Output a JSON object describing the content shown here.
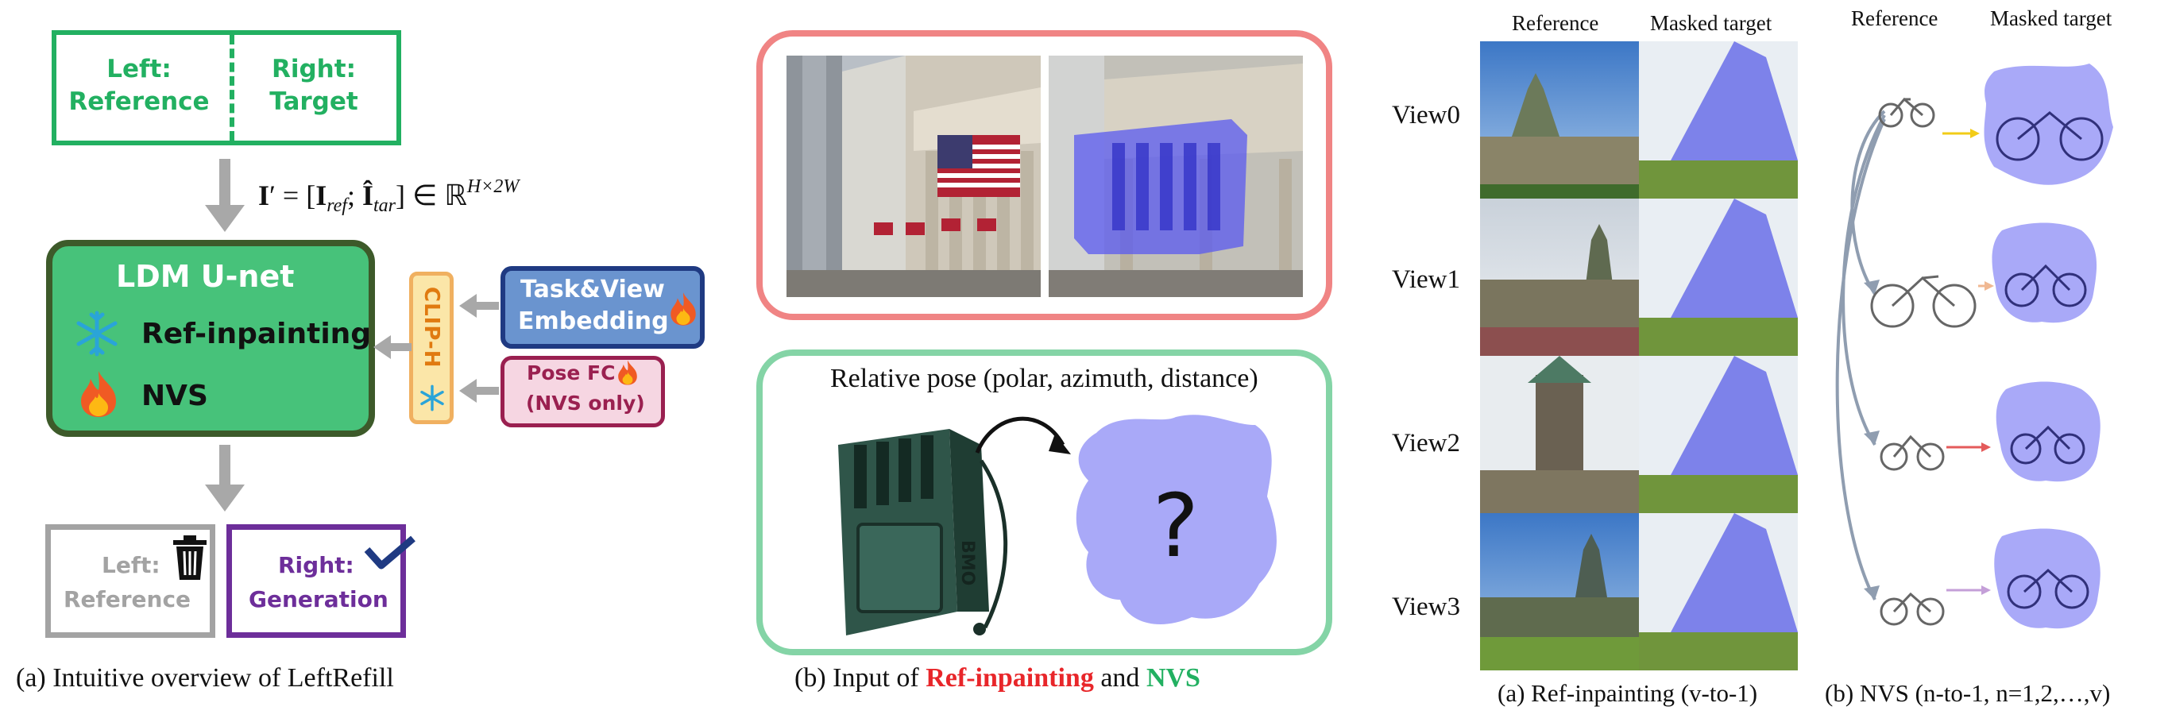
{
  "panel_a": {
    "top_left_label": "Left:\nReference",
    "top_right_label": "Right:\nTarget",
    "equation": "I′ = [I_ref; Î_tar] ∈ ℝ^{H×2W}",
    "ldm_title": "LDM U-net",
    "ldm_row1": "Ref-inpainting",
    "ldm_row2": "NVS",
    "clip_label": "CLIP-H",
    "task_view_line1": "Task&View",
    "task_view_line2": "Embedding",
    "pose_line1": "Pose FC",
    "pose_line2": "(NVS only)",
    "bottom_left_line1": "Left:",
    "bottom_left_line2": "Reference",
    "bottom_right_line1": "Right:",
    "bottom_right_line2": "Generation",
    "caption": "(a) Intuitive overview of LeftRefill",
    "icons": [
      "snowflake-icon",
      "fire-icon",
      "trash-icon",
      "checkmark-icon"
    ]
  },
  "panel_b": {
    "pose_label": "Relative pose (polar, azimuth, distance)",
    "question_mark": "?",
    "device_text": "BMO",
    "caption_prefix": "(b) Input of ",
    "caption_red": "Ref-inpainting",
    "caption_mid": " and ",
    "caption_green": "NVS",
    "colors": {
      "red": "#e8262a",
      "green": "#22b061"
    }
  },
  "panel_c": {
    "header_reference": "Reference",
    "header_masked": "Masked target",
    "views": [
      "View0",
      "View1",
      "View2",
      "View3"
    ],
    "caption": "(a) Ref-inpainting (v-to-1)"
  },
  "panel_d": {
    "header_reference": "Reference",
    "header_masked": "Masked target",
    "caption": "(b) NVS (n-to-1, n=1,2,…,v)",
    "arrow_colors": [
      "#f2cc18",
      "#f0b892",
      "#e45b5b",
      "#c49fd8"
    ]
  }
}
